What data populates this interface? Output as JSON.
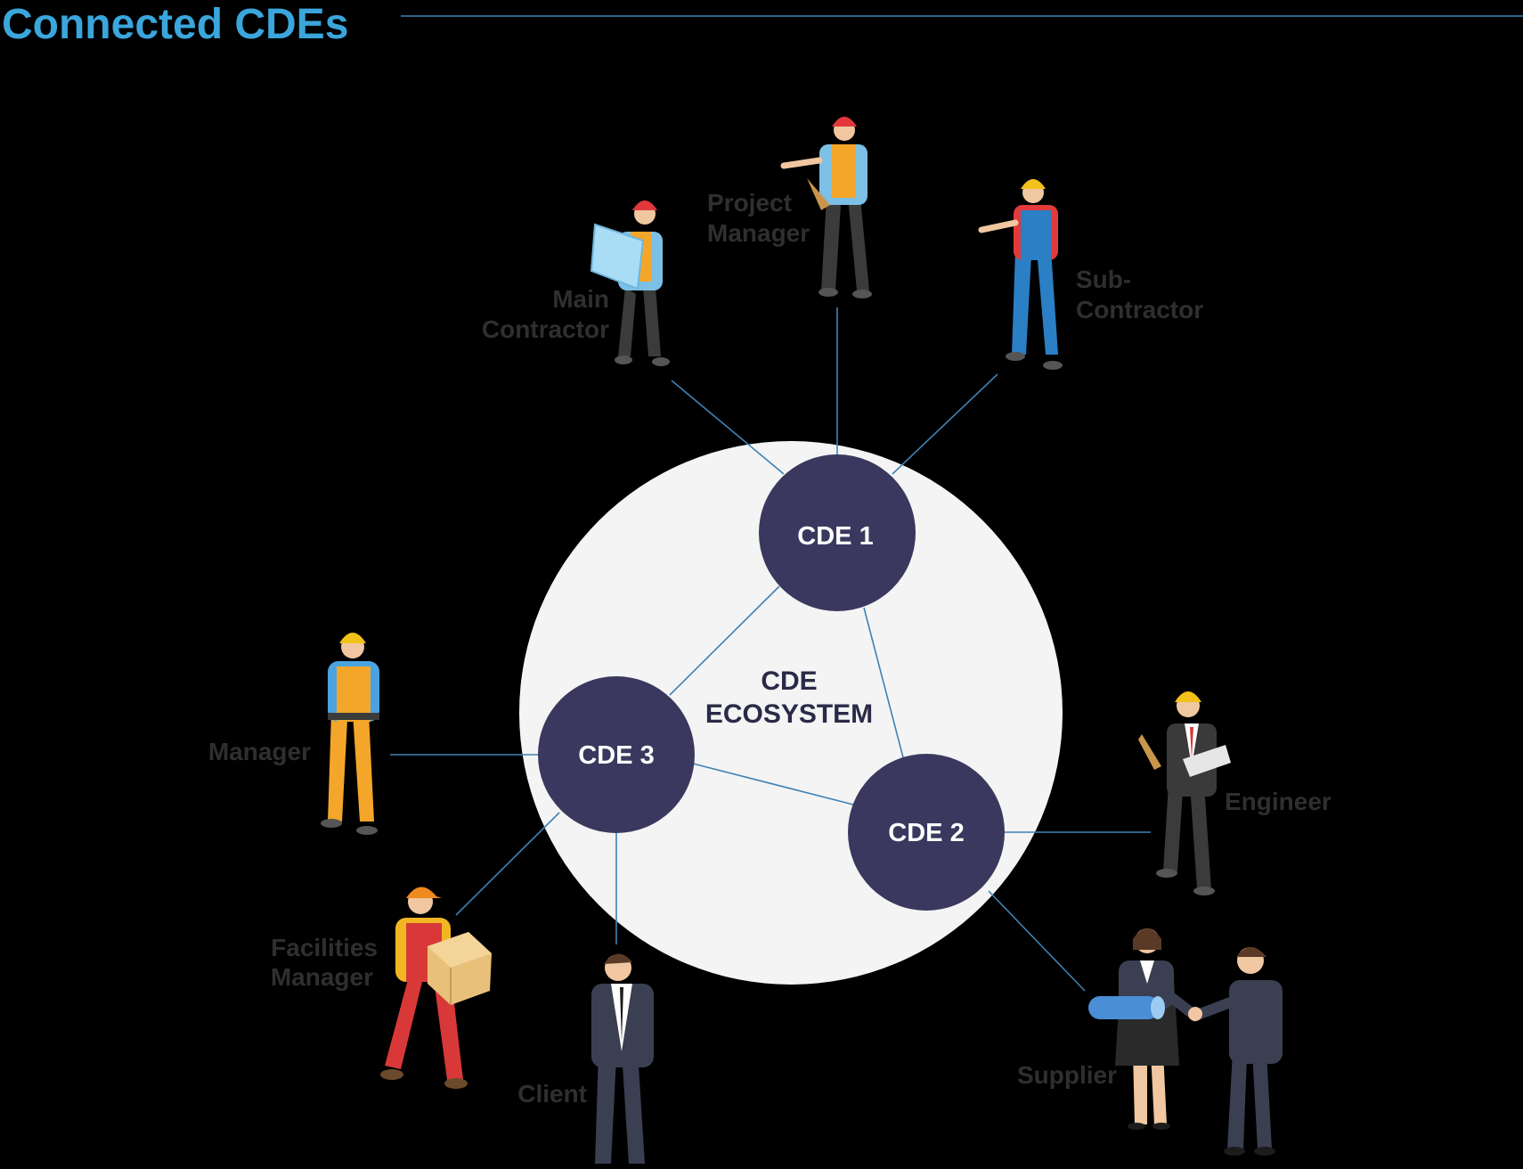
{
  "header": {
    "title": "Connected CDEs"
  },
  "ecosystem": {
    "label_line1": "CDE",
    "label_line2": "ECOSYSTEM"
  },
  "nodes": [
    {
      "id": "cde1",
      "label": "CDE 1"
    },
    {
      "id": "cde2",
      "label": "CDE 2"
    },
    {
      "id": "cde3",
      "label": "CDE 3"
    }
  ],
  "roles": {
    "main_contractor": {
      "line1": "Main",
      "line2": "Contractor"
    },
    "project_manager": {
      "line1": "Project",
      "line2": "Manager"
    },
    "sub_contractor": {
      "line1": "Sub-",
      "line2": "Contractor"
    },
    "manager": {
      "line1": "Manager"
    },
    "engineer": {
      "line1": "Engineer"
    },
    "facilities_manager": {
      "line1": "Facilities",
      "line2": "Manager"
    },
    "client": {
      "line1": "Client"
    },
    "supplier": {
      "line1": "Supplier"
    }
  },
  "colors": {
    "background": "#000000",
    "title": "#3aa6dc",
    "rule": "#3f82b4",
    "ecosystem_fill": "#f4f4f4",
    "node_fill": "#3a385e",
    "connector": "#3f82b4",
    "role_label": "#2f2f2f"
  }
}
